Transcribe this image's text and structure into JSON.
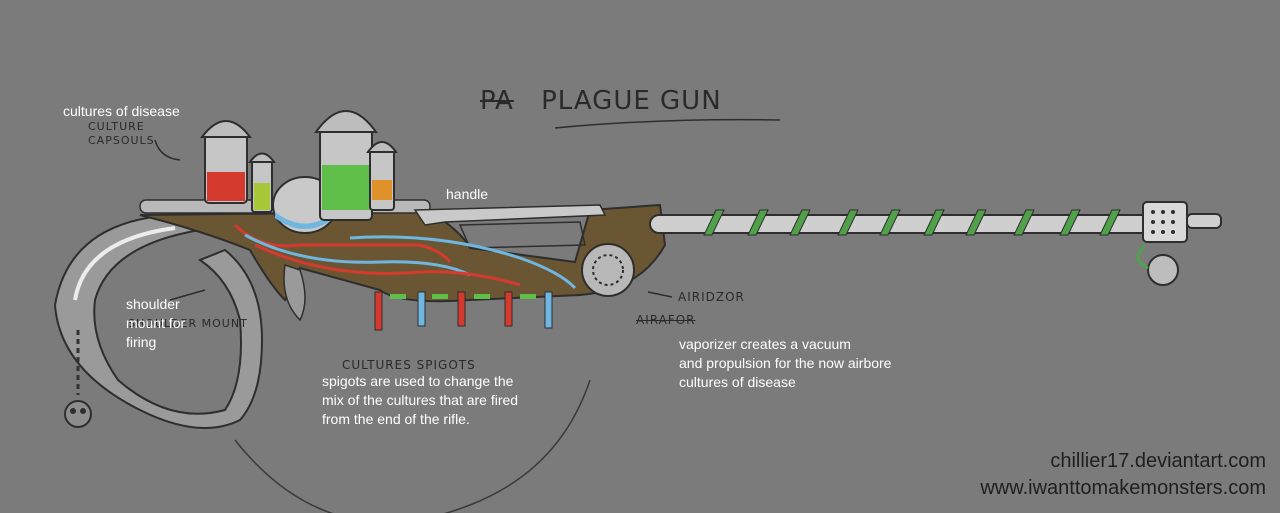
{
  "sketch_title": {
    "struck": "PA",
    "text": "PLAGUE GUN"
  },
  "sketch_labels": {
    "capsules_line1": "CULTURE",
    "capsules_line2": "CAPSOULS",
    "spigots": "CULTURES SPIGOTS",
    "airidzor": "AIRIDZOR",
    "struck_word": "AIRAFOR",
    "shoulder_mount": "SHOULDER MOUNT"
  },
  "annotations": {
    "cultures": "cultures of disease",
    "handle": "handle",
    "shoulder": [
      "shoulder",
      "mount for",
      "firing"
    ],
    "spigots": [
      "spigots are used to change the",
      "mix of the cultures that are fired",
      "from the end of the rifle."
    ],
    "vaporizer": [
      "vaporizer creates a vacuum",
      "and propulsion for the now airbore",
      "cultures of disease"
    ]
  },
  "credits": {
    "line1": "chillier17.deviantart.com",
    "line2": "www.iwanttomakemonsters.com"
  },
  "colors": {
    "background": "#7b7b7b",
    "stock": "#6b5634",
    "culture_red": "#d63a2e",
    "culture_green": "#5fbf4a",
    "culture_orange": "#e0922a",
    "culture_blue": "#6fb6e0",
    "barrel_band": "#4fa24a"
  }
}
